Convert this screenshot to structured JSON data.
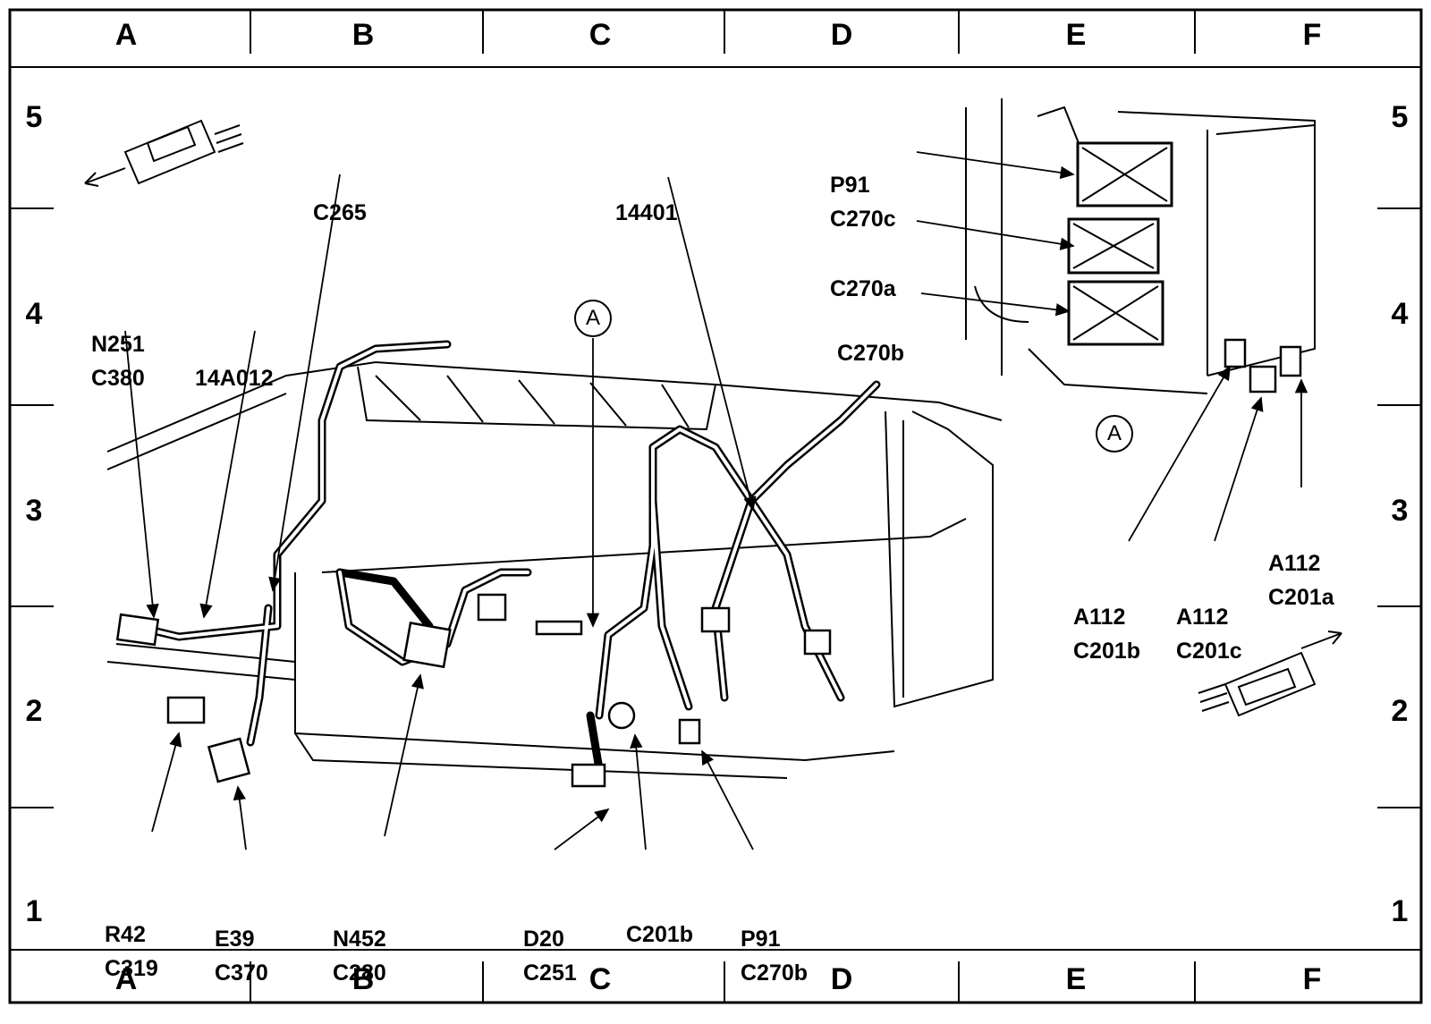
{
  "grid": {
    "columns": [
      "A",
      "B",
      "C",
      "D",
      "E",
      "F"
    ],
    "rows": [
      "5",
      "4",
      "3",
      "2",
      "1"
    ]
  },
  "view_marker": "A",
  "callouts": {
    "c265": [
      "C265"
    ],
    "c14401": [
      "14401"
    ],
    "n251_c380": [
      "N251",
      "C380"
    ],
    "c14a012": [
      "14A012"
    ],
    "p91_c270c": [
      "P91",
      "C270c"
    ],
    "c270a": [
      "C270a"
    ],
    "c270b_top": [
      "C270b"
    ],
    "a112_c201a": [
      "A112",
      "C201a"
    ],
    "a112_c201b": [
      "A112",
      "C201b"
    ],
    "a112_c201c": [
      "A112",
      "C201c"
    ],
    "r42_c319": [
      "R42",
      "C319"
    ],
    "e39_c370": [
      "E39",
      "C370"
    ],
    "n452_c280": [
      "N452",
      "C280"
    ],
    "d20_c251": [
      "D20",
      "C251"
    ],
    "c201b_bottom": [
      "C201b"
    ],
    "p91_c270b": [
      "P91",
      "C270b"
    ]
  }
}
